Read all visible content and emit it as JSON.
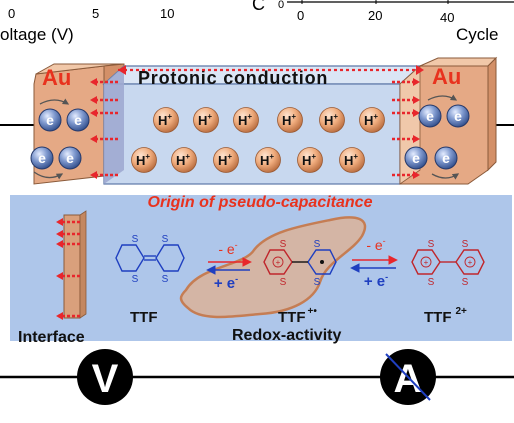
{
  "top_axes": {
    "left": {
      "tick_0": "0",
      "tick_5": "5",
      "tick_10": "10",
      "xlabel": "oltage (V)"
    },
    "right": {
      "ylabel_fragment": "C",
      "ytick_0": "0",
      "tick_0": "0",
      "tick_20": "20",
      "tick_40": "40",
      "xlabel": "Cycle"
    }
  },
  "device": {
    "electrode_label": "Au",
    "conduction_label": "Protonic conduction",
    "electron_symbol": "e",
    "proton_symbol": "H",
    "proton_charge": "+",
    "subtitle": "Origin of pseudo-capacitance"
  },
  "mechanism": {
    "tetrathiafulvalene_atom": "S",
    "ttf_label": "TTF",
    "ttf_radical_label": "TTF",
    "ttf_radical_superscript": "+•",
    "ttf_dication_label": "TTF",
    "ttf_dication_superscript": "2+",
    "oxidation_step": "- e",
    "reduction_step": "+ e",
    "electron_superscript": "-",
    "cation_sign": "+",
    "interface_label": "Interface",
    "redox_label": "Redox-activity"
  },
  "circuit": {
    "voltmeter_symbol": "V",
    "ammeter_symbol": "A"
  },
  "colors": {
    "electrode": "#e5a985",
    "electrode_label": "#e8321e",
    "channel": "#c8d8ef",
    "proton_ball": "#efab7c",
    "electron_ball": "#5b79b5",
    "panel": "#aec6ea",
    "arrow_red": "#e8262c",
    "redox_highlight": "#c77a4c",
    "molecule_blue": "#1f3fc0"
  }
}
